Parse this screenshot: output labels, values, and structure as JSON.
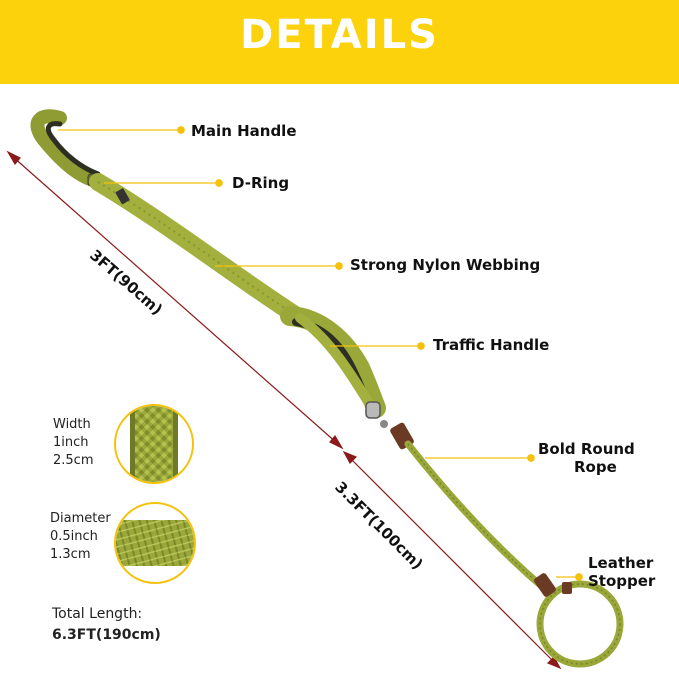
{
  "header": {
    "title": "DETAILS"
  },
  "callouts": {
    "main_handle": "Main Handle",
    "d_ring": "D-Ring",
    "webbing": "Strong Nylon Webbing",
    "traffic_handle": "Traffic Handle",
    "rope_line1": "Bold Round",
    "rope_line2": "Rope",
    "stopper_line1": "Leather",
    "stopper_line2": "Stopper"
  },
  "dimensions": {
    "upper": "3FT(90cm)",
    "lower": "3.3FT(100cm)"
  },
  "specs": {
    "width_label": "Width",
    "width_inch": "1inch",
    "width_cm": "2.5cm",
    "diameter_label": "Diameter",
    "diameter_inch": "0.5inch",
    "diameter_cm": "1.3cm",
    "total_label": "Total Length:",
    "total_value": "6.3FT(190cm)"
  },
  "colors": {
    "banner": "#fcd20c",
    "leash": "#9aa83a",
    "dimension_line": "#8b1a1a",
    "leader_dot": "#f4c20d"
  }
}
